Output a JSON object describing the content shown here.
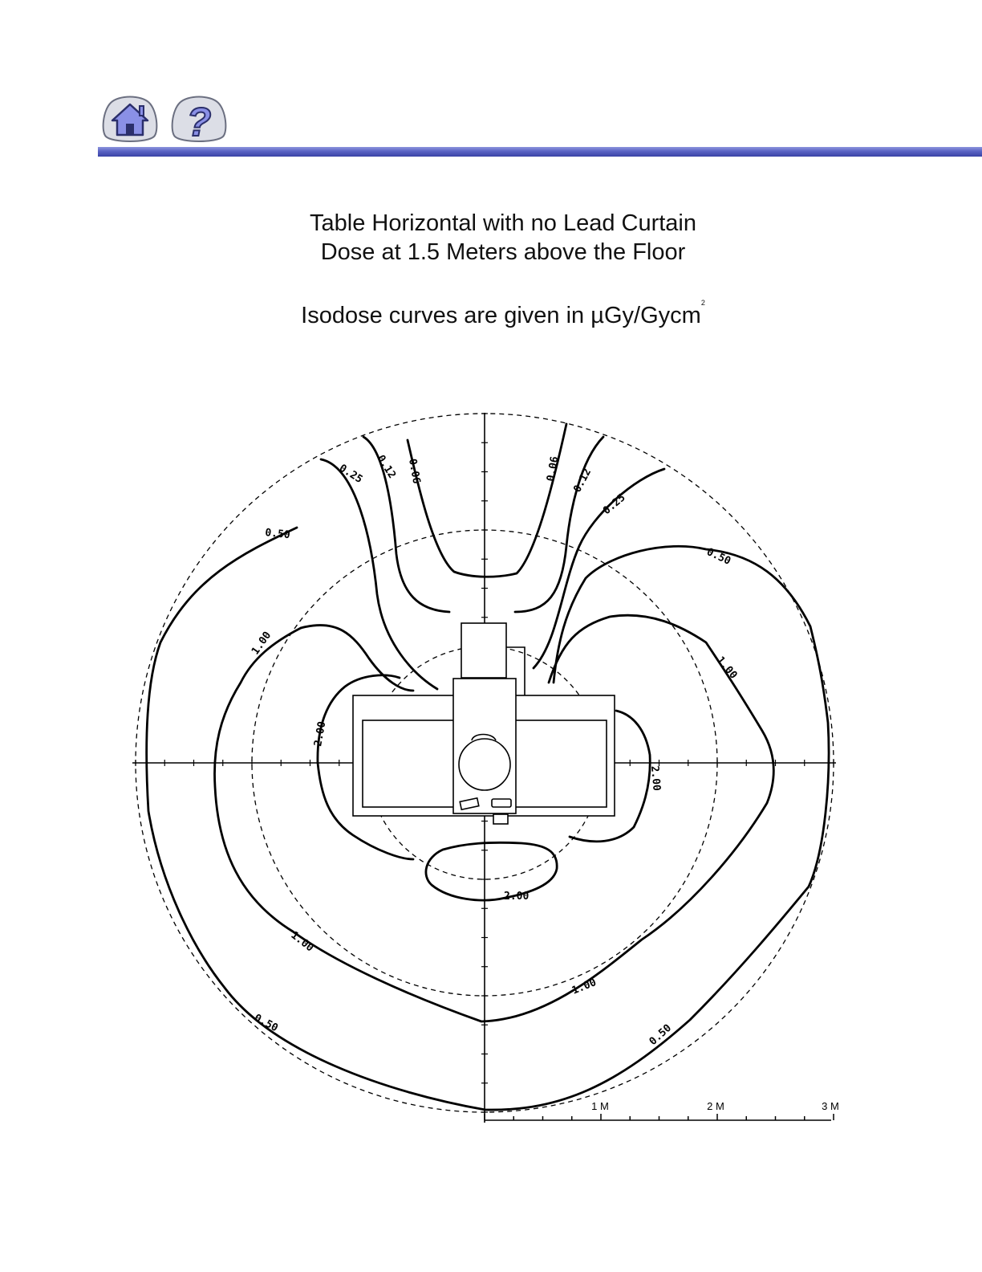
{
  "nav": {
    "home_label": "Home",
    "help_label": "?",
    "colors": {
      "button_fill": "#dcdee6",
      "icon_fill": "#8a90e6",
      "icon_stroke": "#2b2f6b",
      "rule": "#4a53b8"
    }
  },
  "header": {
    "title_line1": "Table Horizontal with no Lead Curtain",
    "title_line2": "Dose at 1.5 Meters above the Floor",
    "units_prefix": "Isodose curves are given in ",
    "units_mu": "µ",
    "units_rest": "Gy/Gycm",
    "units_sup": "2"
  },
  "diagram": {
    "contour_labels": [
      {
        "id": "label-0.06-left",
        "text": "0.06"
      },
      {
        "id": "label-0.12-left",
        "text": "0.12"
      },
      {
        "id": "label-0.25-left",
        "text": "0.25"
      },
      {
        "id": "label-0.50-left",
        "text": "0.50"
      },
      {
        "id": "label-1.00-left",
        "text": "1.00"
      },
      {
        "id": "label-2.00-left",
        "text": "2.00"
      },
      {
        "id": "label-0.06-right",
        "text": "0.06"
      },
      {
        "id": "label-0.12-right",
        "text": "0.12"
      },
      {
        "id": "label-0.25-right",
        "text": "0.25"
      },
      {
        "id": "label-0.50-right",
        "text": "0.50"
      },
      {
        "id": "label-1.00-right",
        "text": "1.00"
      },
      {
        "id": "label-2.00-right",
        "text": "2.00"
      },
      {
        "id": "label-2.00-bottom",
        "text": "2.00"
      },
      {
        "id": "label-1.00-lower-left",
        "text": "1.00"
      },
      {
        "id": "label-1.00-lower-right",
        "text": "1.00"
      },
      {
        "id": "label-0.50-lower-left",
        "text": "0.50"
      },
      {
        "id": "label-0.50-lower-right",
        "text": "0.50"
      }
    ],
    "scale": {
      "labels": [
        "1 M",
        "2 M",
        "3 M"
      ]
    }
  }
}
